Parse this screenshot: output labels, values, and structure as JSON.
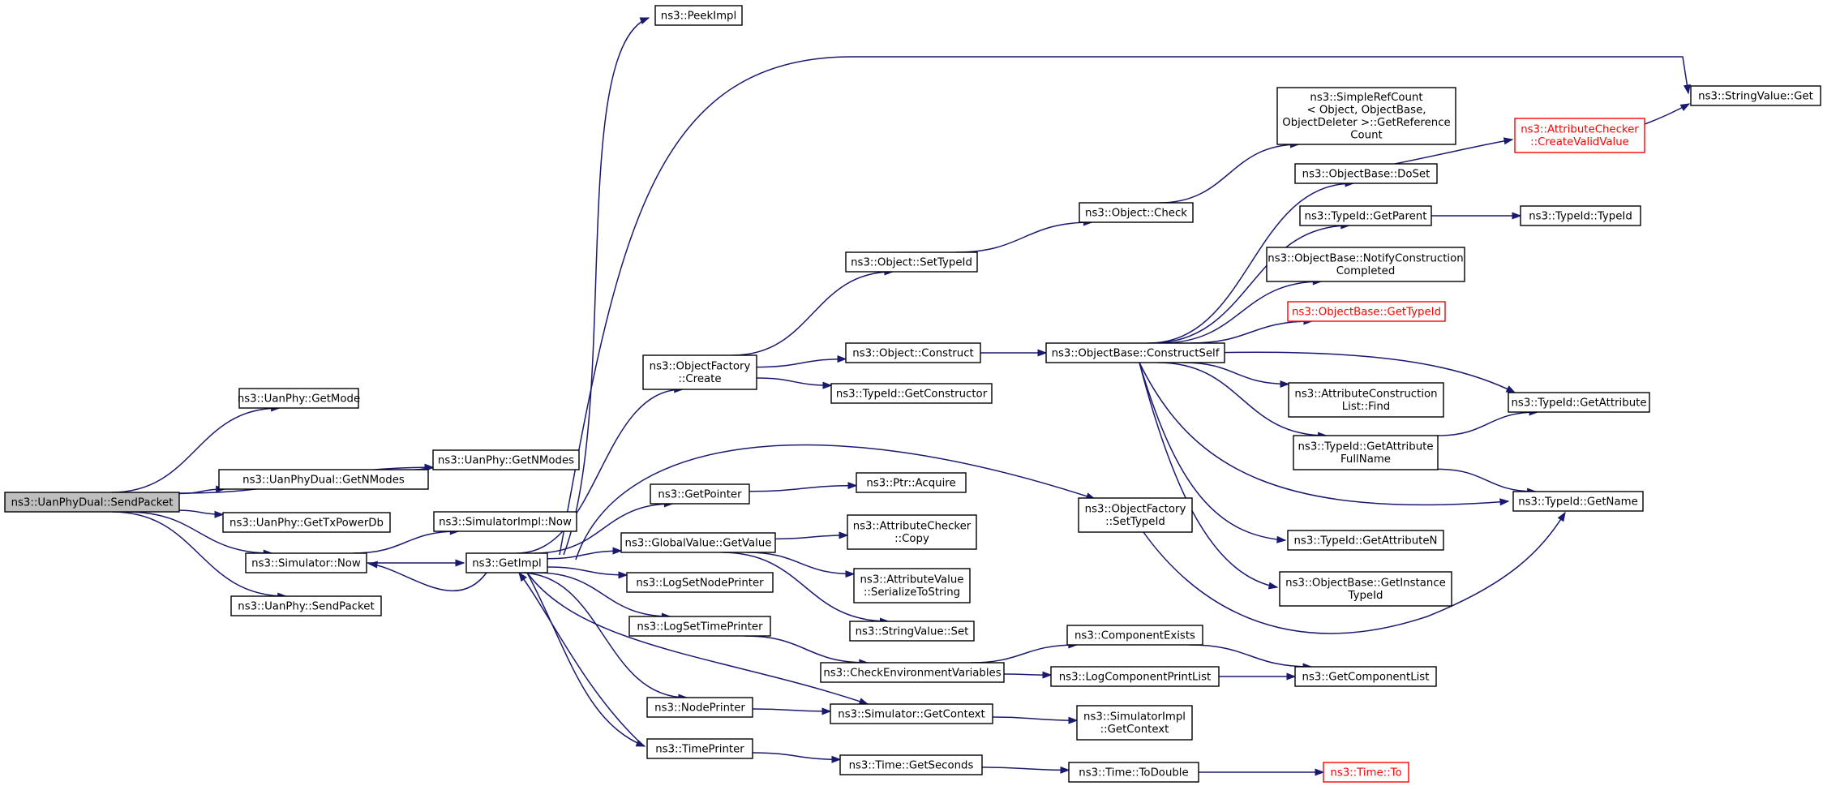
{
  "graph": {
    "edge_color": "#191970",
    "root_fill": "#bfbfbf",
    "link_broken_color": "#ff0000",
    "nodes": [
      {
        "id": "root",
        "lines": [
          "ns3::UanPhyDual::SendPacket"
        ],
        "style": "root"
      },
      {
        "id": "getmode",
        "lines": [
          "ns3::UanPhy::GetMode"
        ]
      },
      {
        "id": "uanphy_getnmodes",
        "lines": [
          "ns3::UanPhy::GetNModes"
        ]
      },
      {
        "id": "dual_getnmodes",
        "lines": [
          "ns3::UanPhyDual::GetNModes"
        ]
      },
      {
        "id": "gettxpowerdb",
        "lines": [
          "ns3::UanPhy::GetTxPowerDb"
        ]
      },
      {
        "id": "simulatorimpl_now",
        "lines": [
          "ns3::SimulatorImpl::Now"
        ]
      },
      {
        "id": "simulator_now",
        "lines": [
          "ns3::Simulator::Now"
        ]
      },
      {
        "id": "uanphy_sendpacket",
        "lines": [
          "ns3::UanPhy::SendPacket"
        ]
      },
      {
        "id": "getimpl",
        "lines": [
          "ns3::GetImpl"
        ]
      },
      {
        "id": "peekimpl",
        "lines": [
          "ns3::PeekImpl"
        ]
      },
      {
        "id": "of_create",
        "lines": [
          "ns3::ObjectFactory",
          "::Create"
        ]
      },
      {
        "id": "getpointer",
        "lines": [
          "ns3::GetPointer"
        ]
      },
      {
        "id": "gv_getvalue",
        "lines": [
          "ns3::GlobalValue::GetValue"
        ]
      },
      {
        "id": "logsetnodeprinter",
        "lines": [
          "ns3::LogSetNodePrinter"
        ]
      },
      {
        "id": "logsettimeprinter",
        "lines": [
          "ns3::LogSetTimePrinter"
        ]
      },
      {
        "id": "nodeprinter",
        "lines": [
          "ns3::NodePrinter"
        ]
      },
      {
        "id": "timeprinter",
        "lines": [
          "ns3::TimePrinter"
        ]
      },
      {
        "id": "obj_settypeid",
        "lines": [
          "ns3::Object::SetTypeId"
        ]
      },
      {
        "id": "obj_construct",
        "lines": [
          "ns3::Object::Construct"
        ]
      },
      {
        "id": "tid_getconstructor",
        "lines": [
          "ns3::TypeId::GetConstructor"
        ]
      },
      {
        "id": "ptr_acquire",
        "lines": [
          "ns3::Ptr::Acquire"
        ]
      },
      {
        "id": "ac_copy",
        "lines": [
          "ns3::AttributeChecker",
          "::Copy"
        ]
      },
      {
        "id": "av_serialize",
        "lines": [
          "ns3::AttributeValue",
          "::SerializeToString"
        ]
      },
      {
        "id": "sv_set",
        "lines": [
          "ns3::StringValue::Set"
        ]
      },
      {
        "id": "checkenv",
        "lines": [
          "ns3::CheckEnvironmentVariables"
        ]
      },
      {
        "id": "sim_getcontext",
        "lines": [
          "ns3::Simulator::GetContext"
        ]
      },
      {
        "id": "time_getseconds",
        "lines": [
          "ns3::Time::GetSeconds"
        ]
      },
      {
        "id": "obj_check",
        "lines": [
          "ns3::Object::Check"
        ]
      },
      {
        "id": "ob_constructself",
        "lines": [
          "ns3::ObjectBase::ConstructSelf"
        ]
      },
      {
        "id": "of_settypeid",
        "lines": [
          "ns3::ObjectFactory",
          "::SetTypeId"
        ]
      },
      {
        "id": "componentexists",
        "lines": [
          "ns3::ComponentExists"
        ]
      },
      {
        "id": "logcomponentprintlist",
        "lines": [
          "ns3::LogComponentPrintList"
        ]
      },
      {
        "id": "simimpl_getcontext",
        "lines": [
          "ns3::SimulatorImpl",
          "::GetContext"
        ]
      },
      {
        "id": "time_todouble",
        "lines": [
          "ns3::Time::ToDouble"
        ]
      },
      {
        "id": "simplerefcount",
        "lines": [
          "ns3::SimpleRefCount",
          "< Object, ObjectBase,",
          "ObjectDeleter >::GetReference",
          "Count"
        ]
      },
      {
        "id": "ob_doset",
        "lines": [
          "ns3::ObjectBase::DoSet"
        ]
      },
      {
        "id": "tid_getparent",
        "lines": [
          "ns3::TypeId::GetParent"
        ]
      },
      {
        "id": "ob_notify",
        "lines": [
          "ns3::ObjectBase::NotifyConstruction",
          "Completed"
        ]
      },
      {
        "id": "ob_gettypeid",
        "lines": [
          "ns3::ObjectBase::GetTypeId"
        ],
        "style": "red"
      },
      {
        "id": "acl_find",
        "lines": [
          "ns3::AttributeConstruction",
          "List::Find"
        ]
      },
      {
        "id": "tid_getattrfullname",
        "lines": [
          "ns3::TypeId::GetAttribute",
          "FullName"
        ]
      },
      {
        "id": "tid_getattributen",
        "lines": [
          "ns3::TypeId::GetAttributeN"
        ]
      },
      {
        "id": "ob_getinstancetypeid",
        "lines": [
          "ns3::ObjectBase::GetInstance",
          "TypeId"
        ]
      },
      {
        "id": "getcomponentlist",
        "lines": [
          "ns3::GetComponentList"
        ]
      },
      {
        "id": "time_to",
        "lines": [
          "ns3::Time::To"
        ],
        "style": "red"
      },
      {
        "id": "ac_createvalid",
        "lines": [
          "ns3::AttributeChecker",
          "::CreateValidValue"
        ],
        "style": "red"
      },
      {
        "id": "tid_typeid",
        "lines": [
          "ns3::TypeId::TypeId"
        ]
      },
      {
        "id": "tid_getattribute",
        "lines": [
          "ns3::TypeId::GetAttribute"
        ]
      },
      {
        "id": "tid_getname",
        "lines": [
          "ns3::TypeId::GetName"
        ]
      },
      {
        "id": "sv_get",
        "lines": [
          "ns3::StringValue::Get"
        ]
      }
    ],
    "edges": [
      [
        "root",
        "getmode"
      ],
      [
        "root",
        "uanphy_getnmodes"
      ],
      [
        "root",
        "dual_getnmodes"
      ],
      [
        "root",
        "gettxpowerdb"
      ],
      [
        "root",
        "simulator_now"
      ],
      [
        "root",
        "uanphy_sendpacket"
      ],
      [
        "dual_getnmodes",
        "uanphy_getnmodes"
      ],
      [
        "simulator_now",
        "simulatorimpl_now"
      ],
      [
        "simulator_now",
        "getimpl"
      ],
      [
        "getimpl",
        "peekimpl"
      ],
      [
        "getimpl",
        "sv_get"
      ],
      [
        "getimpl",
        "of_create"
      ],
      [
        "getimpl",
        "of_settypeid"
      ],
      [
        "getimpl",
        "getpointer"
      ],
      [
        "getimpl",
        "gv_getvalue"
      ],
      [
        "getimpl",
        "logsetnodeprinter"
      ],
      [
        "getimpl",
        "logsettimeprinter"
      ],
      [
        "getimpl",
        "nodeprinter"
      ],
      [
        "getimpl",
        "timeprinter"
      ],
      [
        "getimpl",
        "sim_getcontext"
      ],
      [
        "getimpl",
        "simulator_now"
      ],
      [
        "of_create",
        "obj_settypeid"
      ],
      [
        "of_create",
        "obj_construct"
      ],
      [
        "of_create",
        "tid_getconstructor"
      ],
      [
        "getpointer",
        "ptr_acquire"
      ],
      [
        "gv_getvalue",
        "ac_copy"
      ],
      [
        "gv_getvalue",
        "av_serialize"
      ],
      [
        "gv_getvalue",
        "sv_set"
      ],
      [
        "logsettimeprinter",
        "checkenv"
      ],
      [
        "nodeprinter",
        "sim_getcontext"
      ],
      [
        "timeprinter",
        "time_getseconds"
      ],
      [
        "timeprinter",
        "getimpl"
      ],
      [
        "obj_settypeid",
        "obj_check"
      ],
      [
        "obj_construct",
        "ob_constructself"
      ],
      [
        "obj_check",
        "simplerefcount"
      ],
      [
        "checkenv",
        "componentexists"
      ],
      [
        "checkenv",
        "logcomponentprintlist"
      ],
      [
        "sim_getcontext",
        "simimpl_getcontext"
      ],
      [
        "time_getseconds",
        "time_todouble"
      ],
      [
        "ob_constructself",
        "ob_doset"
      ],
      [
        "ob_constructself",
        "tid_getparent"
      ],
      [
        "ob_constructself",
        "ob_notify"
      ],
      [
        "ob_constructself",
        "ob_gettypeid"
      ],
      [
        "ob_constructself",
        "tid_getattribute"
      ],
      [
        "ob_constructself",
        "acl_find"
      ],
      [
        "ob_constructself",
        "tid_getattrfullname"
      ],
      [
        "ob_constructself",
        "tid_getname"
      ],
      [
        "ob_constructself",
        "tid_getattributen"
      ],
      [
        "ob_constructself",
        "ob_getinstancetypeid"
      ],
      [
        "of_settypeid",
        "tid_getname"
      ],
      [
        "componentexists",
        "getcomponentlist"
      ],
      [
        "logcomponentprintlist",
        "getcomponentlist"
      ],
      [
        "time_todouble",
        "time_to"
      ],
      [
        "ob_doset",
        "ac_createvalid"
      ],
      [
        "ac_createvalid",
        "sv_get"
      ],
      [
        "tid_getparent",
        "tid_typeid"
      ],
      [
        "tid_getattrfullname",
        "tid_getattribute"
      ],
      [
        "tid_getattrfullname",
        "tid_getname"
      ]
    ]
  }
}
